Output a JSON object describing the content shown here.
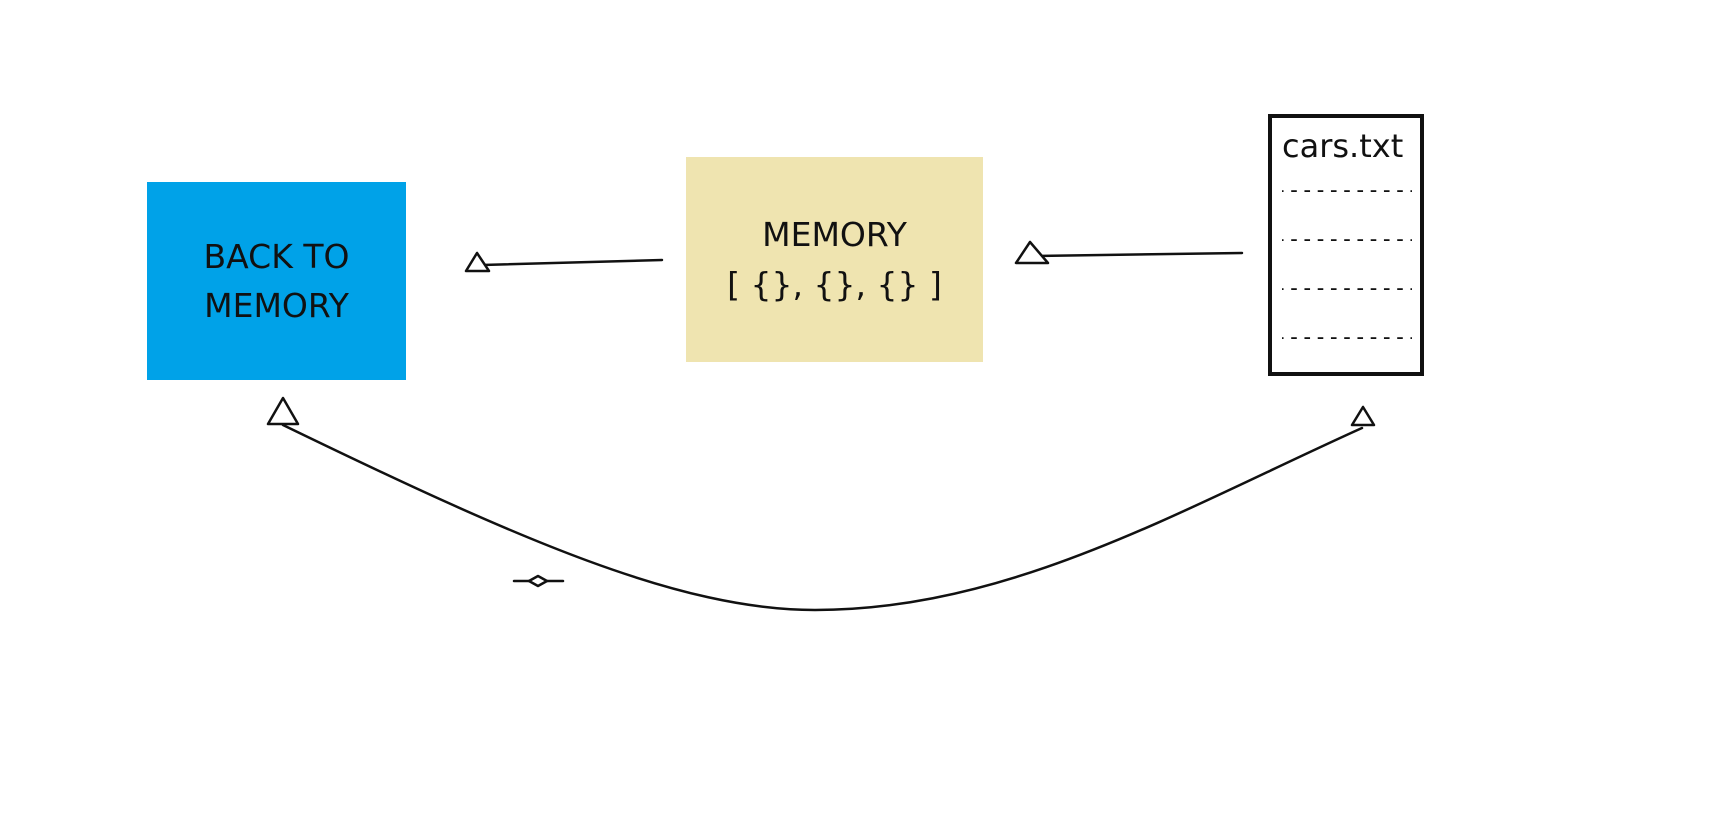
{
  "nodes": {
    "back_to_memory": {
      "line1": "BACK TO",
      "line2": "MEMORY",
      "fill": "#00A2E8"
    },
    "memory": {
      "title": "MEMORY",
      "content": "[ {}, {}, {} ]",
      "fill": "#EFE4B0"
    },
    "file": {
      "title": "cars.txt",
      "lines": [
        "-----------",
        "-----------",
        "-----------",
        "-----------"
      ],
      "border": "#111111"
    }
  },
  "edges": [
    {
      "from": "memory",
      "to": "back_to_memory",
      "style": "arrow-open-triangle"
    },
    {
      "from": "file",
      "to": "memory",
      "style": "arrow-open-triangle"
    },
    {
      "from": "back_to_memory",
      "to": "file",
      "style": "curved-double-triangle"
    }
  ],
  "colors": {
    "stroke": "#111111",
    "background": "#FFFFFF"
  }
}
